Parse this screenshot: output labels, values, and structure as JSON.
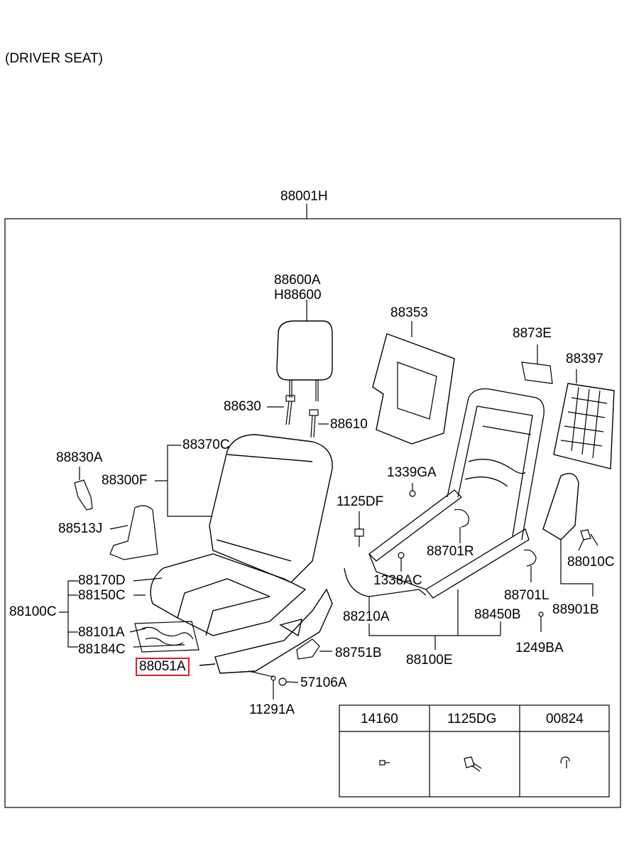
{
  "title": "(DRIVER SEAT)",
  "assembly_label": "88001H",
  "highlight_color": "#e0202a",
  "parts": {
    "headrest_a": "88600A",
    "headrest_b": "H88600",
    "guide_88630": "88630",
    "guide_88610": "88610",
    "pad_88353": "88353",
    "knob_8873E": "8873E",
    "panel_88397": "88397",
    "cover_88370C": "88370C",
    "cover_88300F": "88300F",
    "cover_88830A": "88830A",
    "cover_88513J": "88513J",
    "nut_1339GA": "1339GA",
    "bolt_1125DF": "1125DF",
    "clip_88701R": "88701R",
    "nut_1338AC": "1338AC",
    "clip_88701L": "88701L",
    "bolt_88010C": "88010C",
    "cushion_88170D": "88170D",
    "cushion_88150C": "88150C",
    "cushion_88100C": "88100C",
    "cushion_88101A": "88101A",
    "cushion_88184C": "88184C",
    "cable_88210A": "88210A",
    "track_88450B": "88450B",
    "back_88901B": "88901B",
    "side_88051A": "88051A",
    "knob_88751B": "88751B",
    "track_88100E": "88100E",
    "screw_1249BA": "1249BA",
    "clip_57106A": "57106A",
    "screw_11291A": "11291A"
  },
  "fastener_table": {
    "headers": [
      "14160",
      "1125DG",
      "00824"
    ],
    "icons": [
      "pin-icon",
      "bolt-icon",
      "hook-clip-icon"
    ]
  }
}
